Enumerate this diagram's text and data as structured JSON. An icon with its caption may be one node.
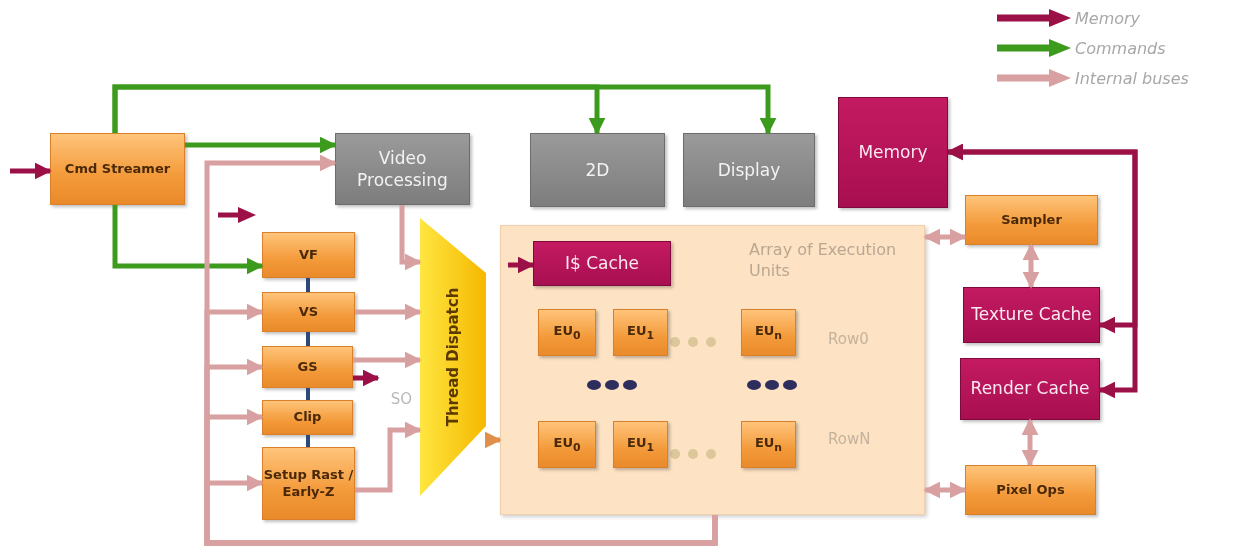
{
  "diagram": {
    "nodes": [
      {
        "text": [
          "Cmd Streamer"
        ]
      },
      {
        "text": [
          "Video Processing"
        ]
      },
      {
        "text": [
          "2D"
        ]
      },
      {
        "text": [
          "Display"
        ]
      },
      {
        "text": [
          "Memory"
        ]
      },
      {
        "text": [
          "VF"
        ]
      },
      {
        "text": [
          "VS"
        ]
      },
      {
        "text": [
          "GS"
        ]
      },
      {
        "text": [
          "Clip"
        ]
      },
      {
        "text": [
          "Setup Rast / Early-Z"
        ]
      },
      {
        "text": [
          "Thread Dispatch"
        ]
      },
      {
        "text": [
          "Array of Execution Units"
        ]
      },
      {
        "text": [
          "I$ Cache"
        ],
        "in": 11
      },
      {
        "text": [
          "EU$_{0}$"
        ],
        "in": 11
      },
      {
        "text": [
          "EU$_{1}$"
        ],
        "in": 11
      },
      {
        "text": [
          "EU$_{n}$"
        ],
        "in": 11
      },
      {
        "text": [
          "EU$_{0}$"
        ],
        "in": 11
      },
      {
        "text": [
          "EU$_{1}$"
        ],
        "in": 11
      },
      {
        "text": [
          "EU$_{n}$"
        ],
        "in": 11
      },
      {
        "text": [
          "Sampler"
        ]
      },
      {
        "text": [
          "Texture Cache"
        ]
      },
      {
        "text": [
          "Render Cache"
        ]
      },
      {
        "text": [
          "Pixel Ops"
        ]
      },
      {
        "text": [
          "SO"
        ]
      }
    ],
    "edges": [
      {
        "from": null,
        "to": 0,
        "arrow": "to",
        "color": "#9c1048"
      },
      {
        "from": 0,
        "to": 1,
        "arrow": "to",
        "color": "#3c9a1c"
      },
      {
        "from": 0,
        "to": 2,
        "arrow": "to",
        "color": "#3c9a1c"
      },
      {
        "from": 0,
        "to": 3,
        "arrow": "to",
        "color": "#3c9a1c"
      },
      {
        "from": 0,
        "to": 5,
        "arrow": "to",
        "color": "#3c9a1c"
      },
      {
        "from": 11,
        "to": 1,
        "arrow": "to"
      },
      {
        "from": 11,
        "to": 6,
        "arrow": "to"
      },
      {
        "from": 11,
        "to": 7,
        "arrow": "to"
      },
      {
        "from": 11,
        "to": 8,
        "arrow": "to"
      },
      {
        "from": 11,
        "to": 9,
        "arrow": "to"
      },
      {
        "from": 1,
        "to": 10,
        "arrow": "to"
      },
      {
        "from": 6,
        "to": 10,
        "arrow": "to"
      },
      {
        "from": 7,
        "to": 10,
        "arrow": "to"
      },
      {
        "from": 9,
        "to": 10,
        "arrow": "to"
      },
      {
        "from": 10,
        "to": 11,
        "arrow": "to",
        "color": "#e0904a"
      },
      {
        "from": null,
        "to": 12,
        "arrow": "to",
        "color": "#9c1048"
      },
      {
        "from": 7,
        "to": 23,
        "arrow": "to",
        "color": "#9c1048"
      },
      {
        "from": 11,
        "to": 19,
        "arrow": "both"
      },
      {
        "from": 19,
        "to": 20,
        "arrow": "both"
      },
      {
        "from": 21,
        "to": 22,
        "arrow": "both"
      },
      {
        "from": 11,
        "to": 22,
        "arrow": "both"
      },
      {
        "from": 4,
        "to": 20,
        "arrow": "both",
        "color": "#9c1048"
      },
      {
        "from": 4,
        "to": 21,
        "arrow": "both",
        "color": "#9c1048"
      },
      {
        "from": 5,
        "to": 6,
        "arrow": "none",
        "color": "#2b4a7a"
      },
      {
        "from": 6,
        "to": 7,
        "arrow": "none",
        "color": "#2b4a7a"
      },
      {
        "from": 7,
        "to": 8,
        "arrow": "none",
        "color": "#2b4a7a"
      },
      {
        "from": 8,
        "to": 9,
        "arrow": "none",
        "color": "#2b4a7a"
      }
    ],
    "labels": [
      "Row0",
      "RowN"
    ],
    "legend": [
      {
        "text": "Memory",
        "color": "#9c1048"
      },
      {
        "text": "Commands",
        "color": "#3c9a1c"
      },
      {
        "text": "Internal buses",
        "color": "#d8a0a0"
      }
    ]
  }
}
